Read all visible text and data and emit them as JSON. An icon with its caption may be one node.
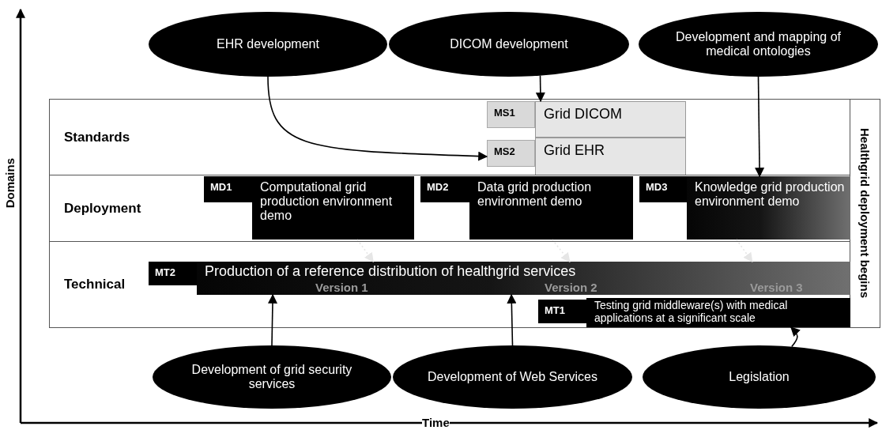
{
  "diagram": {
    "nodes": [
      {
        "text": [
          "EHR development"
        ]
      },
      {
        "text": [
          "DICOM development"
        ]
      },
      {
        "text": [
          "Development and mapping of medical ontologies"
        ]
      },
      {
        "text": [
          "Standards"
        ]
      },
      {
        "text": [
          "MS1",
          "Grid DICOM"
        ],
        "in": 3
      },
      {
        "text": [
          "MS2",
          "Grid EHR"
        ],
        "in": 3
      },
      {
        "text": [
          "Deployment"
        ]
      },
      {
        "text": [
          "MD1",
          "Computational grid production environment demo"
        ],
        "in": 6
      },
      {
        "text": [
          "MD2",
          "Data grid production environment demo"
        ],
        "in": 6
      },
      {
        "text": [
          "MD3",
          "Knowledge grid production environment demo"
        ],
        "in": 6
      },
      {
        "text": [
          "Technical"
        ]
      },
      {
        "text": [
          "MT1",
          "Testing grid middleware(s) with medical applications at a significant scale"
        ],
        "in": 10
      },
      {
        "text": [
          "MT2",
          "Production of a reference distribution of healthgrid services",
          "Version 1",
          "Version 2",
          "Version 3"
        ],
        "in": 10
      },
      {
        "text": [
          "Healthgrid deployment begins"
        ]
      },
      {
        "text": [
          "Development of grid security services"
        ]
      },
      {
        "text": [
          "Development of Web Services"
        ]
      },
      {
        "text": [
          "Legislation"
        ]
      }
    ],
    "edges": [
      {
        "from": 0,
        "to": 5,
        "arrow": "to"
      },
      {
        "from": 1,
        "to": 4,
        "arrow": "to"
      },
      {
        "from": 2,
        "to": 9,
        "arrow": "to"
      },
      {
        "from": 7,
        "to": 12,
        "arrow": "to",
        "style": "dashed",
        "color": "#e6e6e6"
      },
      {
        "from": 8,
        "to": 12,
        "arrow": "to",
        "style": "dashed",
        "color": "#e6e6e6"
      },
      {
        "from": 9,
        "to": 12,
        "arrow": "to",
        "style": "dashed",
        "color": "#e6e6e6"
      },
      {
        "from": 14,
        "to": 12,
        "arrow": "to"
      },
      {
        "from": 15,
        "to": 12,
        "arrow": "to"
      },
      {
        "from": 16,
        "to": 11,
        "arrow": "to"
      }
    ],
    "labels": [
      "Domains",
      "Time"
    ]
  }
}
